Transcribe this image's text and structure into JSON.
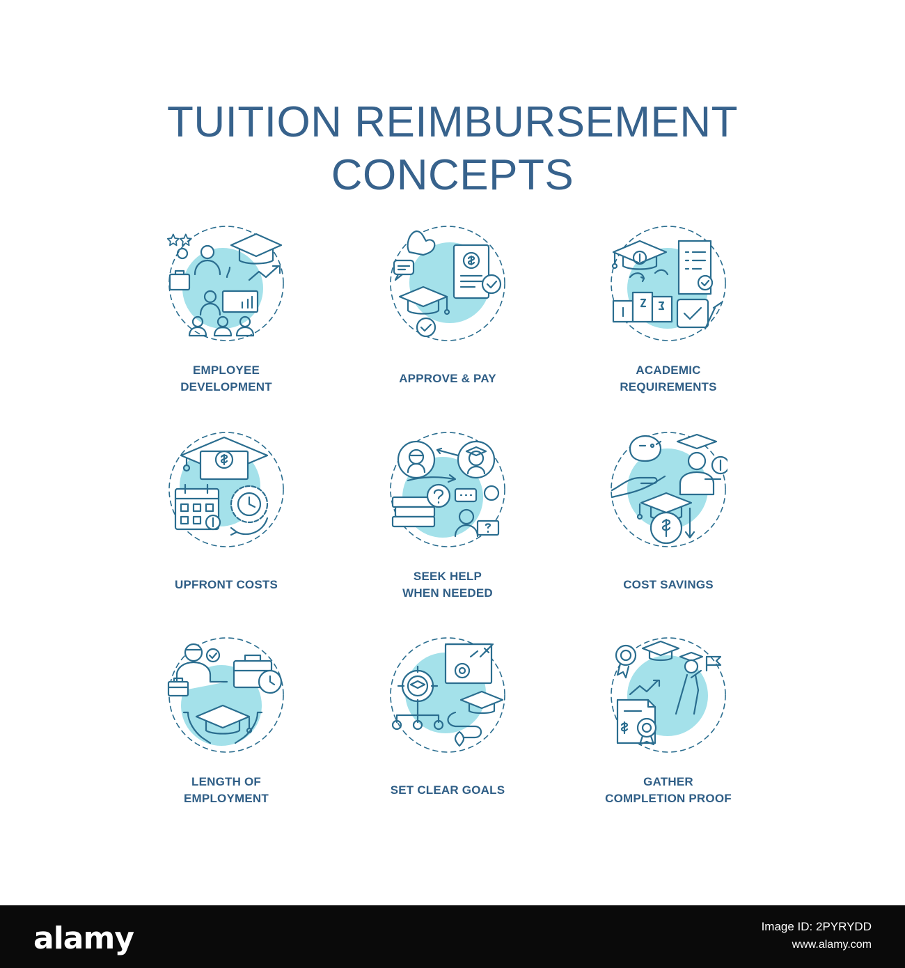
{
  "title_line1": "TUITION REIMBURSEMENT",
  "title_line2": "CONCEPTS",
  "colors": {
    "accent_fill": "#a4e1ea",
    "stroke": "#2a6d8f",
    "text": "#2f5e86",
    "footer_bg": "#0a0a0a"
  },
  "concepts": [
    {
      "line1": "EMPLOYEE",
      "line2": "DEVELOPMENT",
      "icon": "employee-development-icon"
    },
    {
      "line1": "APPROVE & PAY",
      "line2": "",
      "icon": "approve-pay-icon"
    },
    {
      "line1": "ACADEMIC",
      "line2": "REQUIREMENTS",
      "icon": "academic-requirements-icon"
    },
    {
      "line1": "UPFRONT COSTS",
      "line2": "",
      "icon": "upfront-costs-icon"
    },
    {
      "line1": "SEEK HELP",
      "line2": "WHEN NEEDED",
      "icon": "seek-help-icon"
    },
    {
      "line1": "COST SAVINGS",
      "line2": "",
      "icon": "cost-savings-icon"
    },
    {
      "line1": "LENGTH OF",
      "line2": "EMPLOYMENT",
      "icon": "length-of-employment-icon"
    },
    {
      "line1": "SET CLEAR GOALS",
      "line2": "",
      "icon": "set-clear-goals-icon"
    },
    {
      "line1": "GATHER",
      "line2": "COMPLETION PROOF",
      "icon": "gather-completion-proof-icon"
    }
  ],
  "footer": {
    "brand": "alamy",
    "image_id_label": "Image ID: 2PYRYDD",
    "site": "www.alamy.com"
  }
}
